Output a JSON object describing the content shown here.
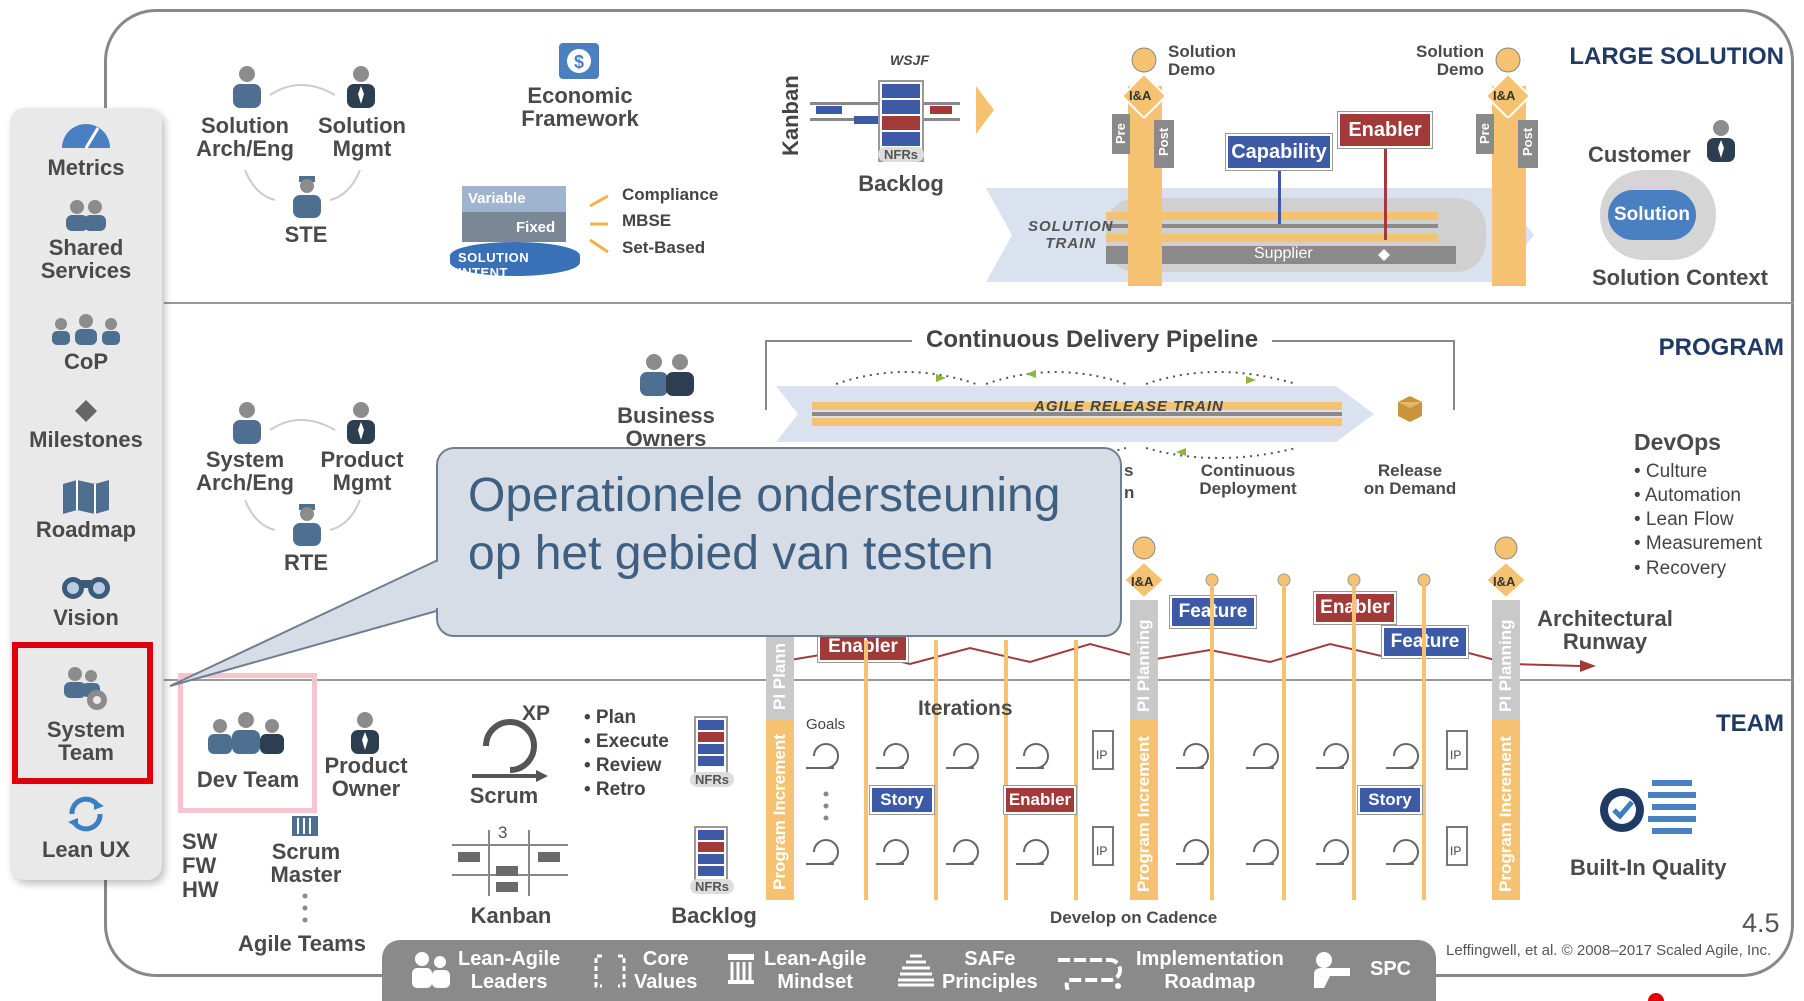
{
  "sidebar": {
    "items": [
      {
        "label_line1": "Metrics",
        "label_line2": "",
        "icon": "gauge-icon"
      },
      {
        "label_line1": "Shared",
        "label_line2": "Services",
        "icon": "people-icon"
      },
      {
        "label_line1": "CoP",
        "label_line2": "",
        "icon": "group-icon"
      },
      {
        "label_line1": "Milestones",
        "label_line2": "",
        "icon": "diamond-icon"
      },
      {
        "label_line1": "Roadmap",
        "label_line2": "",
        "icon": "map-icon"
      },
      {
        "label_line1": "Vision",
        "label_line2": "",
        "icon": "binoculars-icon"
      },
      {
        "label_line1": "System",
        "label_line2": "Team",
        "icon": "team-gear-icon"
      },
      {
        "label_line1": "Lean UX",
        "label_line2": "",
        "icon": "cycle-icon"
      }
    ],
    "highlighted": "System Team",
    "highlight_color": "#e0000a"
  },
  "levels": {
    "large_solution": "LARGE SOLUTION",
    "program": "PROGRAM",
    "team": "TEAM"
  },
  "large_solution": {
    "roles": {
      "sol_arch_1": "Solution",
      "sol_arch_2": "Arch/Eng",
      "sol_mgmt_1": "Solution",
      "sol_mgmt_2": "Mgmt",
      "ste": "STE"
    },
    "econ_1": "Economic",
    "econ_2": "Framework",
    "intent": {
      "variable": "Variable",
      "fixed": "Fixed",
      "solution_intent": "SOLUTION INTENT"
    },
    "intent_list": [
      "Compliance",
      "MBSE",
      "Set-Based"
    ],
    "kanban": "Kanban",
    "wsjf": "WSJF",
    "nfrs": "NFRs",
    "backlog": "Backlog",
    "demo_left_1": "Solution",
    "demo_left_2": "Demo",
    "demo_right_1": "Solution",
    "demo_right_2": "Demo",
    "ia": "I&A",
    "pre": "Pre",
    "post": "Post",
    "capability": "Capability",
    "enabler": "Enabler",
    "train_1": "SOLUTION",
    "train_2": "TRAIN",
    "supplier": "Supplier",
    "customer": "Customer",
    "solution": "Solution",
    "solution_context": "Solution Context"
  },
  "program": {
    "roles": {
      "sys_arch_1": "System",
      "sys_arch_2": "Arch/Eng",
      "prod_mgmt_1": "Product",
      "prod_mgmt_2": "Mgmt",
      "rte": "RTE"
    },
    "biz_1": "Business",
    "biz_2": "Owners",
    "cdp": "Continuous Delivery Pipeline",
    "art": "AGILE RELEASE TRAIN",
    "cont_deploy_1": "Continuous",
    "cont_deploy_2": "Deployment",
    "release_1": "Release",
    "release_2": "on Demand",
    "partial_s": "s",
    "partial_n": "n",
    "devops_title": "DevOps",
    "devops_items": [
      "• Culture",
      "• Automation",
      "• Lean Flow",
      "• Measurement",
      "• Recovery"
    ],
    "feature": "Feature",
    "enabler": "Enabler",
    "arch_runway_1": "Architectural",
    "arch_runway_2": "Runway",
    "pi_planning": "PI Planning",
    "pi_plann": "PI Plann"
  },
  "team": {
    "dev_team": "Dev Team",
    "product_owner_1": "Product",
    "product_owner_2": "Owner",
    "sw": "SW",
    "fw": "FW",
    "hw": "HW",
    "scrum_master_1": "Scrum",
    "scrum_master_2": "Master",
    "agile_teams": "Agile Teams",
    "xp": "XP",
    "scrum": "Scrum",
    "kanban": "Kanban",
    "kanban_num": "3",
    "steps": [
      "• Plan",
      "• Execute",
      "• Review",
      "• Retro"
    ],
    "nfrs": "NFRs",
    "backlog": "Backlog",
    "iterations": "Iterations",
    "goals": "Goals",
    "story": "Story",
    "enabler": "Enabler",
    "program_increment": "Program Increment",
    "ip": "IP",
    "develop_on_cadence": "Develop on Cadence",
    "built_in_quality": "Built-In Quality"
  },
  "footer": {
    "version": "4.5",
    "copyright": "Leffingwell, et al. © 2008–2017 Scaled Agile, Inc.",
    "items": [
      {
        "l1": "Lean-Agile",
        "l2": "Leaders"
      },
      {
        "l1": "Core",
        "l2": "Values"
      },
      {
        "l1": "Lean-Agile",
        "l2": "Mindset"
      },
      {
        "l1": "SAFe",
        "l2": "Principles"
      },
      {
        "l1": "Implementation",
        "l2": "Roadmap"
      },
      {
        "l1": "SPC",
        "l2": ""
      }
    ]
  },
  "callout": {
    "line1": "Operationele ondersteuning",
    "line2": "op het gebied van testen"
  },
  "colors": {
    "level_text": "#1f3a64",
    "accent_orange": "#f5c272",
    "capability_blue": "#3c5aa6",
    "enabler_red": "#a33a3a",
    "highlight_red": "#e0000a",
    "devteam_pink": "#f6c3cf"
  }
}
